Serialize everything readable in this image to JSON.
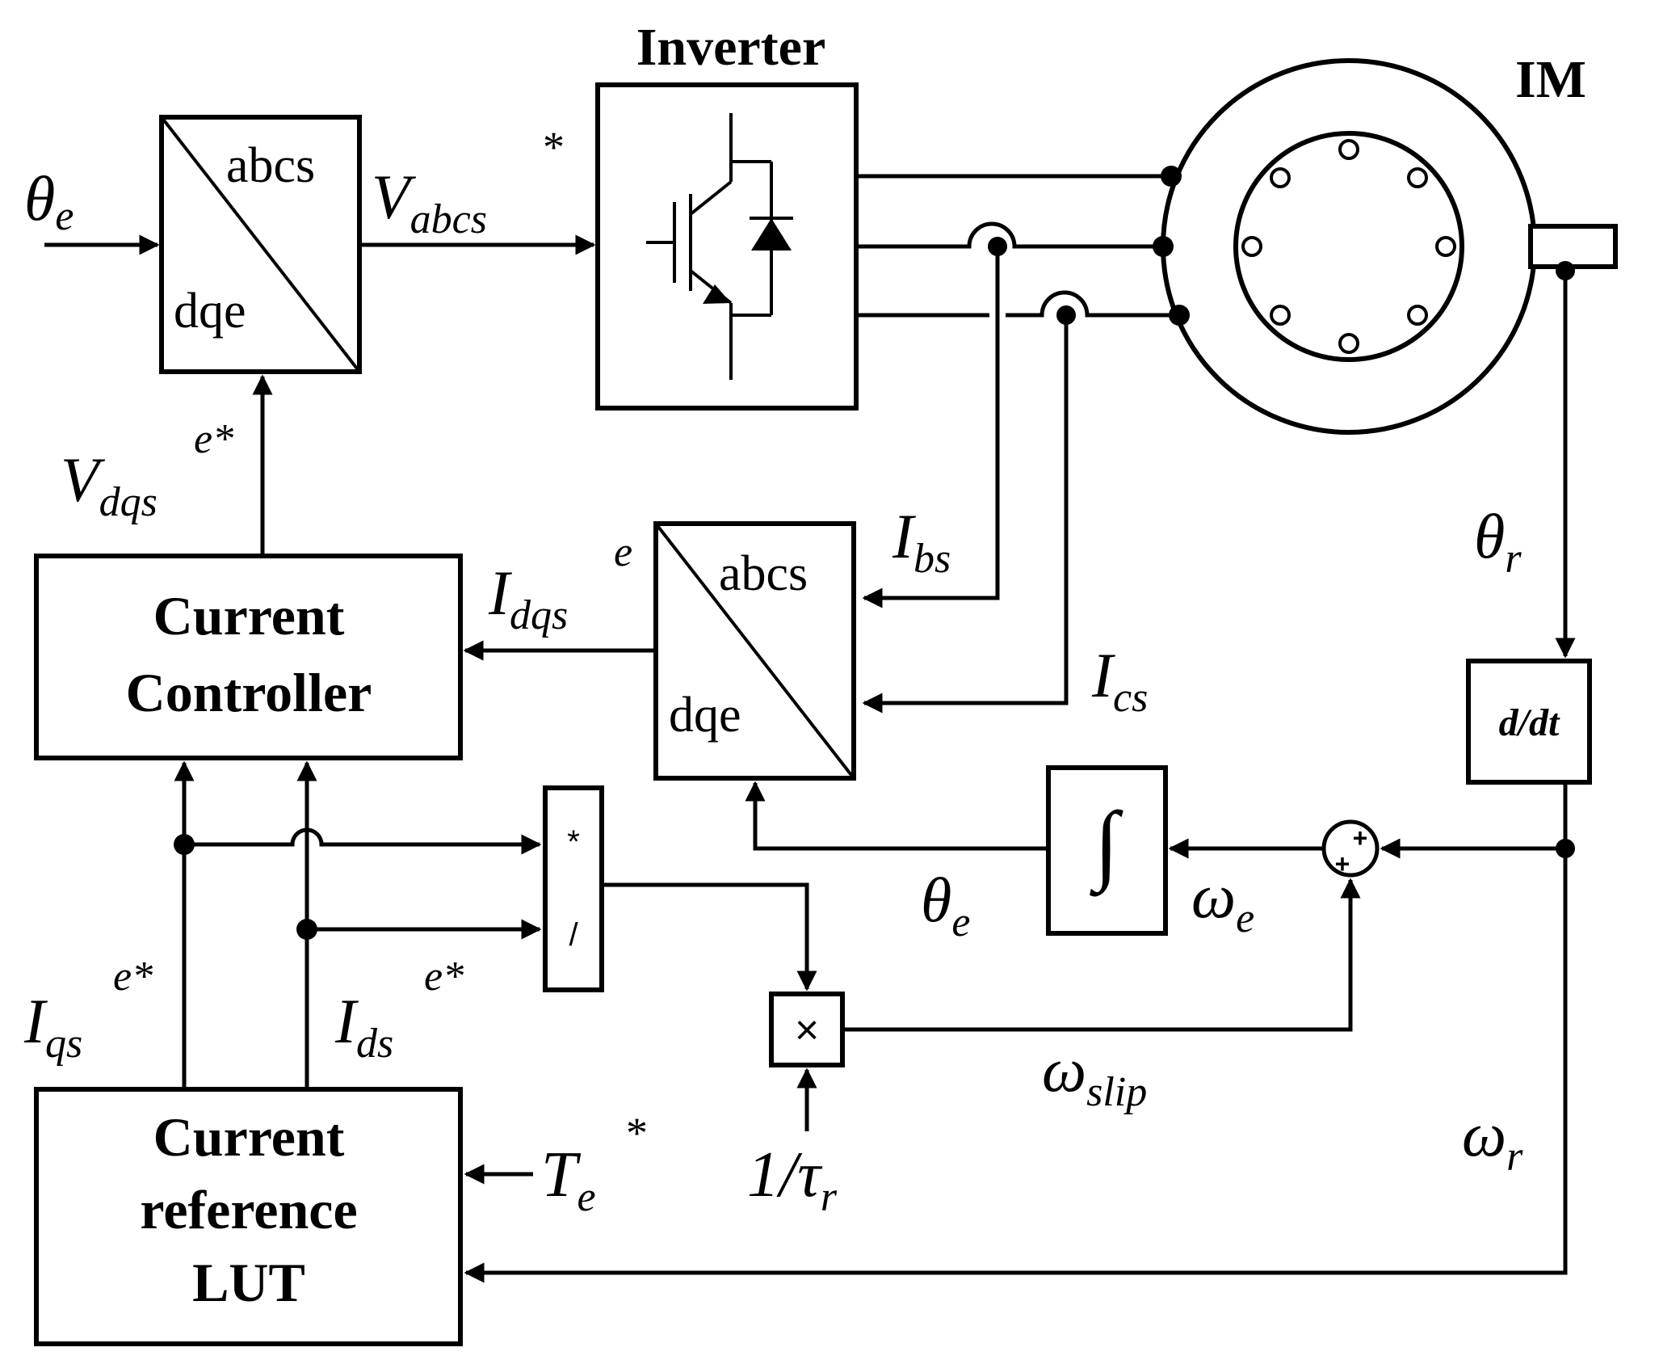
{
  "blocks": {
    "inverter_title": "Inverter",
    "motor_title": "IM",
    "transform_top": {
      "upper": "abcs",
      "lower": "dqe"
    },
    "transform_mid": {
      "upper": "abcs",
      "lower": "dqe"
    },
    "current_controller": [
      "Current",
      "Controller"
    ],
    "current_reference_lut": [
      "Current",
      "reference",
      "LUT"
    ],
    "derivative": "d/dt",
    "integrator": "∫",
    "divider": {
      "top": "*",
      "bottom": "/"
    },
    "multiplier": "×",
    "summer": {
      "sign1": "+",
      "sign2": "+"
    }
  },
  "signals": {
    "theta_e_in": {
      "base": "θ",
      "sub": "e"
    },
    "v_abcs": {
      "base": "V",
      "sub": "abcs",
      "sup": "*"
    },
    "v_dqs": {
      "base": "V",
      "sub": "dqs",
      "sup": "e*"
    },
    "i_dqs": {
      "base": "I",
      "sub": "dqs",
      "sup": "e"
    },
    "i_bs": {
      "base": "I",
      "sub": "bs"
    },
    "i_cs": {
      "base": "I",
      "sub": "cs"
    },
    "theta_r": {
      "base": "θ",
      "sub": "r"
    },
    "theta_e_fb": {
      "base": "θ",
      "sub": "e"
    },
    "omega_e": {
      "base": "ω",
      "sub": "e"
    },
    "omega_slip": {
      "base": "ω",
      "sub": "slip"
    },
    "omega_r": {
      "base": "ω",
      "sub": "r"
    },
    "i_qs": {
      "base": "I",
      "sub": "qs",
      "sup": "e*"
    },
    "i_ds": {
      "base": "I",
      "sub": "ds",
      "sup": "e*"
    },
    "t_e": {
      "base": "T",
      "sub": "e",
      "sup": "*"
    },
    "inv_tau": {
      "pre": "1/",
      "base": "τ",
      "sub": "r"
    }
  }
}
